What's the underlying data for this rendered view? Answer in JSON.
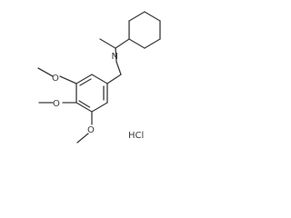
{
  "molecule": {
    "atoms": {
      "nitrogen": "N",
      "methoxy_top": "O",
      "methoxy_middle": "O",
      "methoxy_bottom": "O",
      "salt": "HCl"
    }
  }
}
